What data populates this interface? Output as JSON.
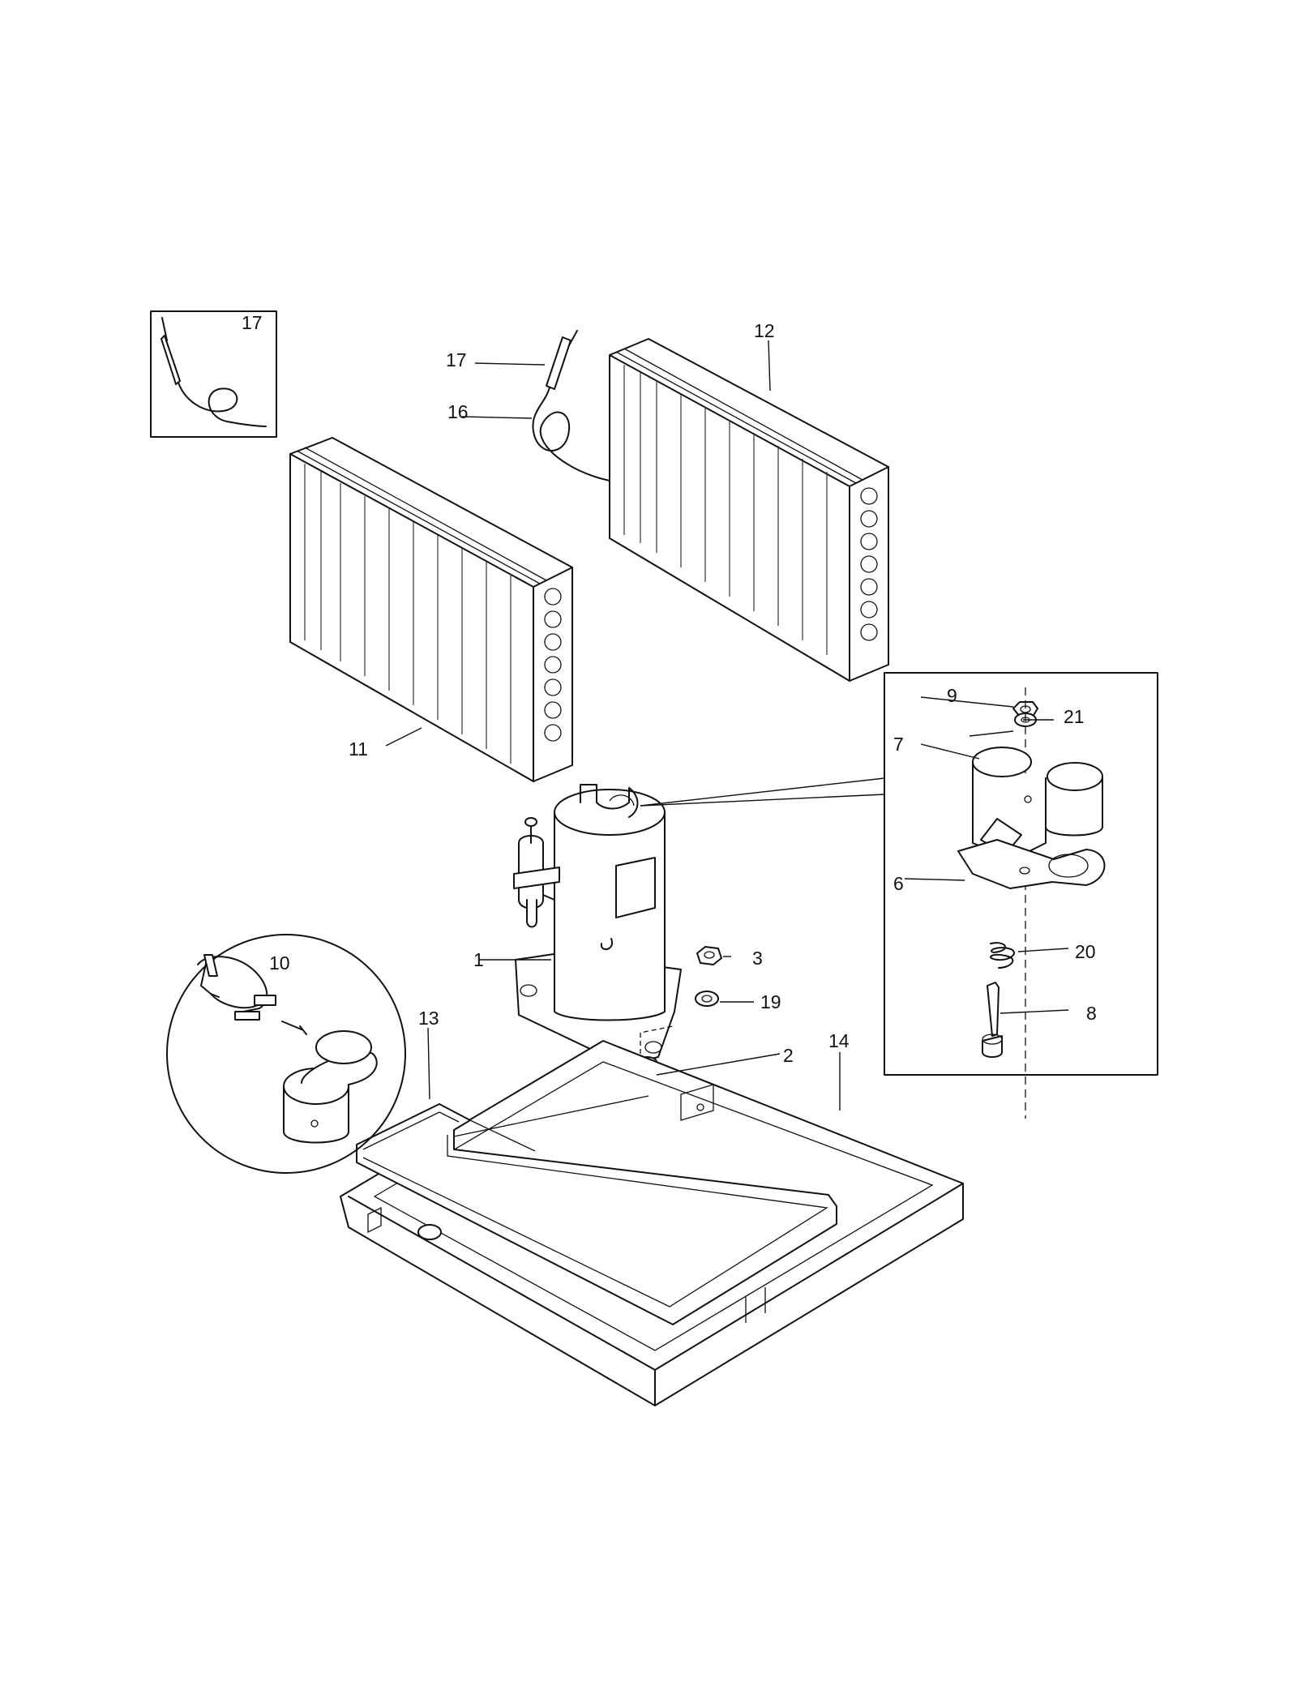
{
  "diagram": {
    "callouts": {
      "p1": "1",
      "p2": "2",
      "p3": "3",
      "p6": "6",
      "p7": "7",
      "p8": "8",
      "p9": "9",
      "p10": "10",
      "p11": "11",
      "p12": "12",
      "p13": "13",
      "p14": "14",
      "p16": "16",
      "p17_inset": "17",
      "p17": "17",
      "p19": "19",
      "p20": "20",
      "p21": "21"
    }
  }
}
